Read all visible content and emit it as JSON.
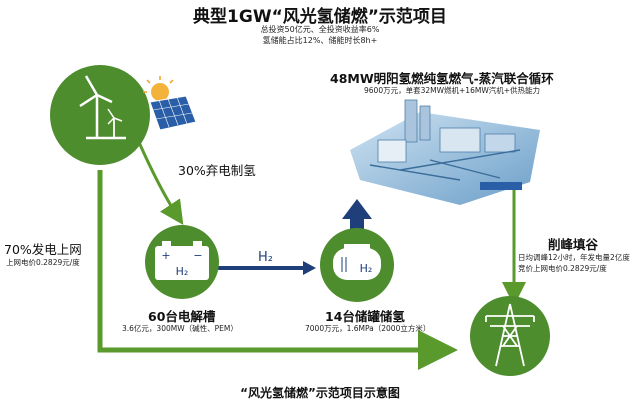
{
  "title": "典型1GW“风光氢储燃”示范项目",
  "subtitle_lines": [
    "总投资50亿元、全投资收益率6%",
    "氢储能占比12%、储能时长8h+"
  ],
  "plant": {
    "title": "48MW明阳氢燃纯氢燃气-蒸汽联合循环",
    "desc": "9600万元，单套32MW燃机+16MW汽机+供热能力"
  },
  "curtail": {
    "label": "30%弃电制氢"
  },
  "grid_left": {
    "label": "70%发电上网",
    "desc": "上网电价0.2829元/度"
  },
  "peak": {
    "label": "削峰填谷",
    "desc_lines": [
      "日均调峰12小时，年发电量2亿度",
      "竞价上网电价0.2829元/度"
    ]
  },
  "electrolyzer": {
    "label": "60台电解槽",
    "desc": "3.6亿元，300MW（碱性、PEM）",
    "symbol": "H₂",
    "plus": "+",
    "minus": "−"
  },
  "storage": {
    "label": "14台储罐储氢",
    "desc": "7000万元，1.6MPa（2000立方米）",
    "symbol": "H₂"
  },
  "h2_arrow_label": "H₂",
  "footer": "“风光氢储燃”示范项目示意图",
  "colors": {
    "green": "#4e8d2e",
    "green_dark": "#3f7a22",
    "navy": "#1f3f7a",
    "arrow_green": "#5a9a2c"
  },
  "icons": [
    "wind-turbine-icon",
    "solar-panel-icon",
    "battery-icon",
    "hydrogen-tank-icon",
    "power-tower-icon",
    "power-plant-icon"
  ]
}
